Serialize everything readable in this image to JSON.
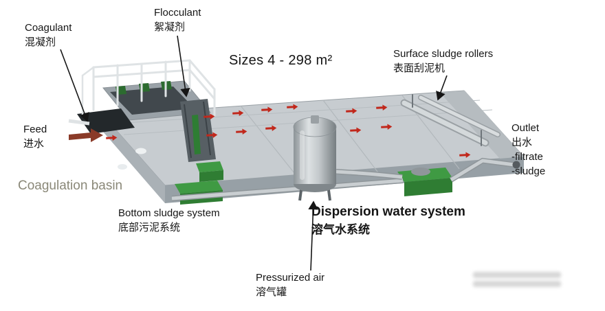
{
  "labels": {
    "coagulant": {
      "en": "Coagulant",
      "zh": "混凝剂"
    },
    "flocculant": {
      "en": "Flocculant",
      "zh": "絮凝剂"
    },
    "sizes": "Sizes 4 - 298 m²",
    "surface_sludge_rollers": {
      "en": "Surface sludge rollers",
      "zh": "表面刮泥机"
    },
    "feed": {
      "en": "Feed",
      "zh": "进水"
    },
    "outlet": {
      "en": "Outlet",
      "zh": "出水",
      "filtrate": "-filtrate",
      "sludge": "-sludge"
    },
    "coagulation_basin": "Coagulation basin",
    "bottom_sludge_system": {
      "en": "Bottom sludge system",
      "zh": "底部污泥系统"
    },
    "dispersion_water_system": {
      "en": "Dispersion water system",
      "zh": "溶气水系统"
    },
    "pressurized_air": {
      "en": "Pressurized air",
      "zh": "溶气罐"
    }
  },
  "colors": {
    "flow_arrow": "#c1281c",
    "feed_arrow": "#8a3a28",
    "machine_green": "#2f7d33",
    "coagulation_basin_text": "#8a8878"
  }
}
